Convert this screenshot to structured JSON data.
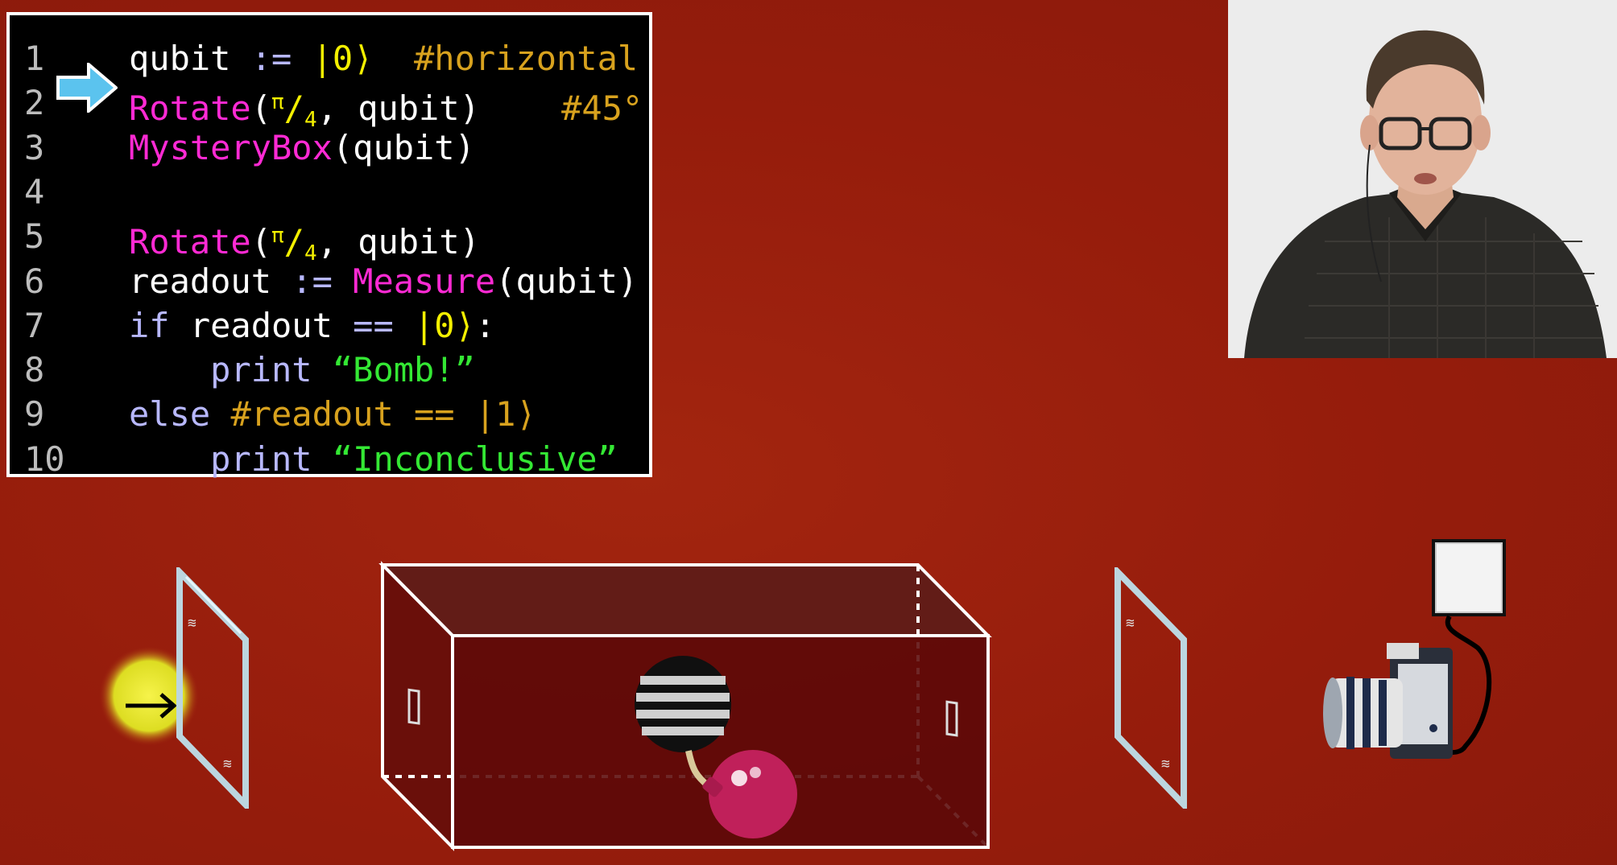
{
  "code": {
    "lines": [
      {
        "n": "1",
        "t": [
          [
            "plain",
            "qubit "
          ],
          [
            "op",
            ":= "
          ],
          [
            "ket",
            "|0⟩"
          ],
          [
            "plain",
            "  "
          ],
          [
            "cmt",
            "#horizontal"
          ]
        ]
      },
      {
        "n": "2",
        "t": [
          [
            "kw",
            "Rotate"
          ],
          [
            "plain",
            "("
          ],
          [
            "frac",
            "π/4"
          ],
          [
            "plain",
            ", qubit)    "
          ],
          [
            "cmt",
            "#45°"
          ]
        ]
      },
      {
        "n": "3",
        "t": [
          [
            "kw",
            "MysteryBox"
          ],
          [
            "plain",
            "(qubit)"
          ]
        ]
      },
      {
        "n": "4",
        "t": []
      },
      {
        "n": "5",
        "t": [
          [
            "kw",
            "Rotate"
          ],
          [
            "plain",
            "("
          ],
          [
            "frac",
            "π/4"
          ],
          [
            "plain",
            ", qubit)"
          ]
        ]
      },
      {
        "n": "6",
        "t": [
          [
            "plain",
            "readout "
          ],
          [
            "op",
            ":= "
          ],
          [
            "kw",
            "Measure"
          ],
          [
            "plain",
            "(qubit)"
          ]
        ]
      },
      {
        "n": "7",
        "t": [
          [
            "op",
            "if "
          ],
          [
            "plain",
            "readout "
          ],
          [
            "op",
            "== "
          ],
          [
            "ket",
            "|0⟩"
          ],
          [
            "plain",
            ":"
          ]
        ]
      },
      {
        "n": "8",
        "t": [
          [
            "plain",
            "    "
          ],
          [
            "op",
            "print "
          ],
          [
            "str",
            "“Bomb!”"
          ]
        ]
      },
      {
        "n": "9",
        "t": [
          [
            "op",
            "else "
          ],
          [
            "cmt",
            "#readout == |1⟩"
          ]
        ]
      },
      {
        "n": "10",
        "t": [
          [
            "plain",
            "    "
          ],
          [
            "op",
            "print "
          ],
          [
            "str",
            "“Inconclusive”"
          ]
        ]
      }
    ],
    "current_line": "2"
  },
  "icons": {
    "pointer": "right-arrow-icon",
    "photon_arrow": "→"
  },
  "colors": {
    "background": "#951c0c",
    "keyword": "#ff2ad4",
    "ket": "#f4f000",
    "comment": "#d8a21e",
    "string": "#34e834",
    "operator": "#b8b8ff",
    "pointer": "#5bc3ee"
  }
}
